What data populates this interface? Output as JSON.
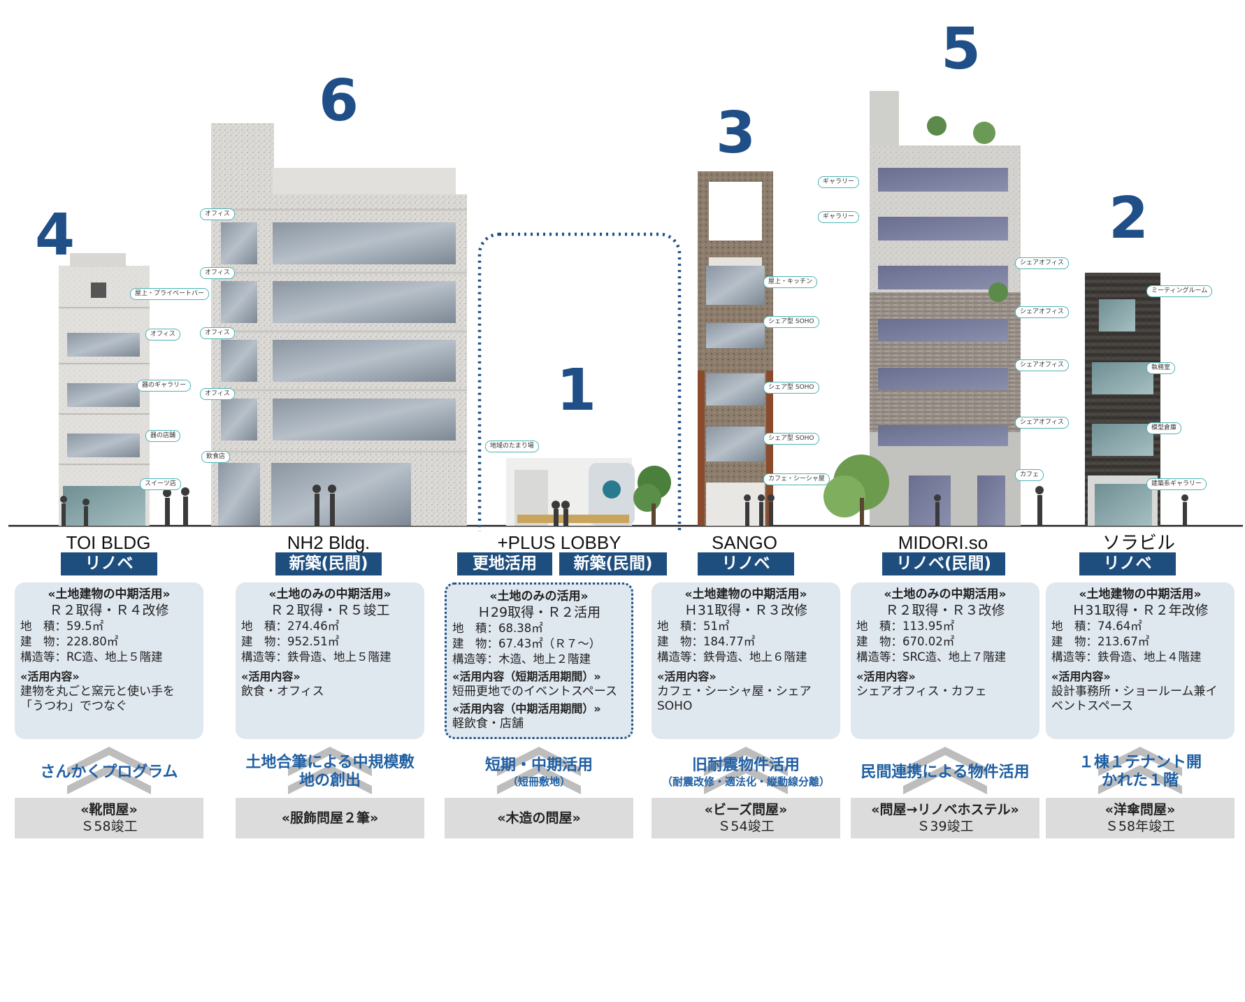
{
  "numbers": [
    "4",
    "6",
    "1",
    "3",
    "5",
    "2"
  ],
  "buildings": [
    {
      "name": "TOI BLDG",
      "tags": [
        "リノベ"
      ],
      "heading": "«土地建物の中期活用»",
      "subheading": "Ｒ２取得・Ｒ４改修",
      "area": "地　積：59.5㎡",
      "building": "建　物：228.80㎡",
      "structure": "構造等：RC造、地上５階建",
      "use_label": "«活用内容»",
      "use_text": "建物を丸ごと窯元と使い手を「うつわ」でつなぐ",
      "program": "さんかくプログラム",
      "program_sub": "",
      "origin": "«靴問屋»",
      "origin_year": "Ｓ58竣工",
      "bubbles": [
        "屋上・プライベートバー",
        "オフィス",
        "器のギャラリー",
        "器の店舗",
        "スイーツ店"
      ]
    },
    {
      "name": "NH2 Bldg.",
      "tags": [
        "新築(民間)"
      ],
      "heading": "«土地のみの中期活用»",
      "subheading": "Ｒ２取得・Ｒ５竣工",
      "area": "地　積：274.46㎡",
      "building": "建　物：952.51㎡",
      "structure": "構造等：鉄骨造、地上５階建",
      "use_label": "«活用内容»",
      "use_text": "飲食・オフィス",
      "program": "土地合筆による中規模敷地の創出",
      "program_sub": "",
      "origin": "«服飾問屋２筆»",
      "origin_year": "",
      "bubbles": [
        "オフィス",
        "オフィス",
        "オフィス",
        "オフィス",
        "飲食店"
      ]
    },
    {
      "name": "+PLUS LOBBY",
      "tags": [
        "更地活用",
        "新築(民間)"
      ],
      "heading": "«土地のみの活用»",
      "subheading": "Ｈ29取得・Ｒ２活用",
      "area": "地　積：68.38㎡",
      "building": "建　物：67.43㎡（Ｒ７～）",
      "structure": "構造等：木造、地上２階建",
      "use_label": "«活用内容（短期活用期間）»",
      "use_text": "短冊更地でのイベントスペース",
      "use_label2": "«活用内容（中期活用期間）»",
      "use_text2": "軽飲食・店舗",
      "program": "短期・中期活用",
      "program_sub": "（短冊敷地）",
      "origin": "«木造の問屋»",
      "origin_year": "",
      "bubbles": [
        "地域のたまり場"
      ]
    },
    {
      "name": "SANGO",
      "tags": [
        "リノベ"
      ],
      "heading": "«土地建物の中期活用»",
      "subheading": "Ｈ31取得・Ｒ３改修",
      "area": "地　積：51㎡",
      "building": "建　物：184.77㎡",
      "structure": "構造等：鉄骨造、地上６階建",
      "use_label": "«活用内容»",
      "use_text": "カフェ・シーシャ屋・シェアSOHO",
      "program": "旧耐震物件活用",
      "program_sub": "（耐震改修・適法化・縦動線分離）",
      "origin": "«ビーズ問屋»",
      "origin_year": "Ｓ54竣工",
      "bubbles": [
        "屋上・キッチン",
        "シェア型 SOHO",
        "シェア型 SOHO",
        "シェア型 SOHO",
        "カフェ・シーシャ屋"
      ]
    },
    {
      "name": "MIDORI.so",
      "tags": [
        "リノベ(民間)"
      ],
      "heading": "«土地のみの中期活用»",
      "subheading": "Ｒ２取得・Ｒ３改修",
      "area": "地　積：113.95㎡",
      "building": "建　物：670.02㎡",
      "structure": "構造等：SRC造、地上７階建",
      "use_label": "«活用内容»",
      "use_text": "シェアオフィス・カフェ",
      "program": "民間連携による物件活用",
      "program_sub": "",
      "origin": "«問屋→リノベホステル»",
      "origin_year": "Ｓ39竣工",
      "bubbles": [
        "ギャラリー",
        "ギャラリー",
        "シェアオフィス",
        "シェアオフィス",
        "シェアオフィス",
        "シェアオフィス",
        "カフェ"
      ]
    },
    {
      "name": "ソラビル",
      "tags": [
        "リノベ"
      ],
      "heading": "«土地建物の中期活用»",
      "subheading": "Ｈ31取得・Ｒ２年改修",
      "area": "地　積：74.64㎡",
      "building": "建　物：213.67㎡",
      "structure": "構造等：鉄骨造、地上４階建",
      "use_label": "«活用内容»",
      "use_text": "設計事務所・ショールーム兼イベントスペース",
      "program": "１棟１テナント開かれた１階",
      "program_sub": "",
      "origin": "«洋傘問屋»",
      "origin_year": "Ｓ58年竣工",
      "bubbles": [
        "ミーティングルーム",
        "執務室",
        "模型倉庫",
        "建築系ギャラリー"
      ]
    }
  ]
}
